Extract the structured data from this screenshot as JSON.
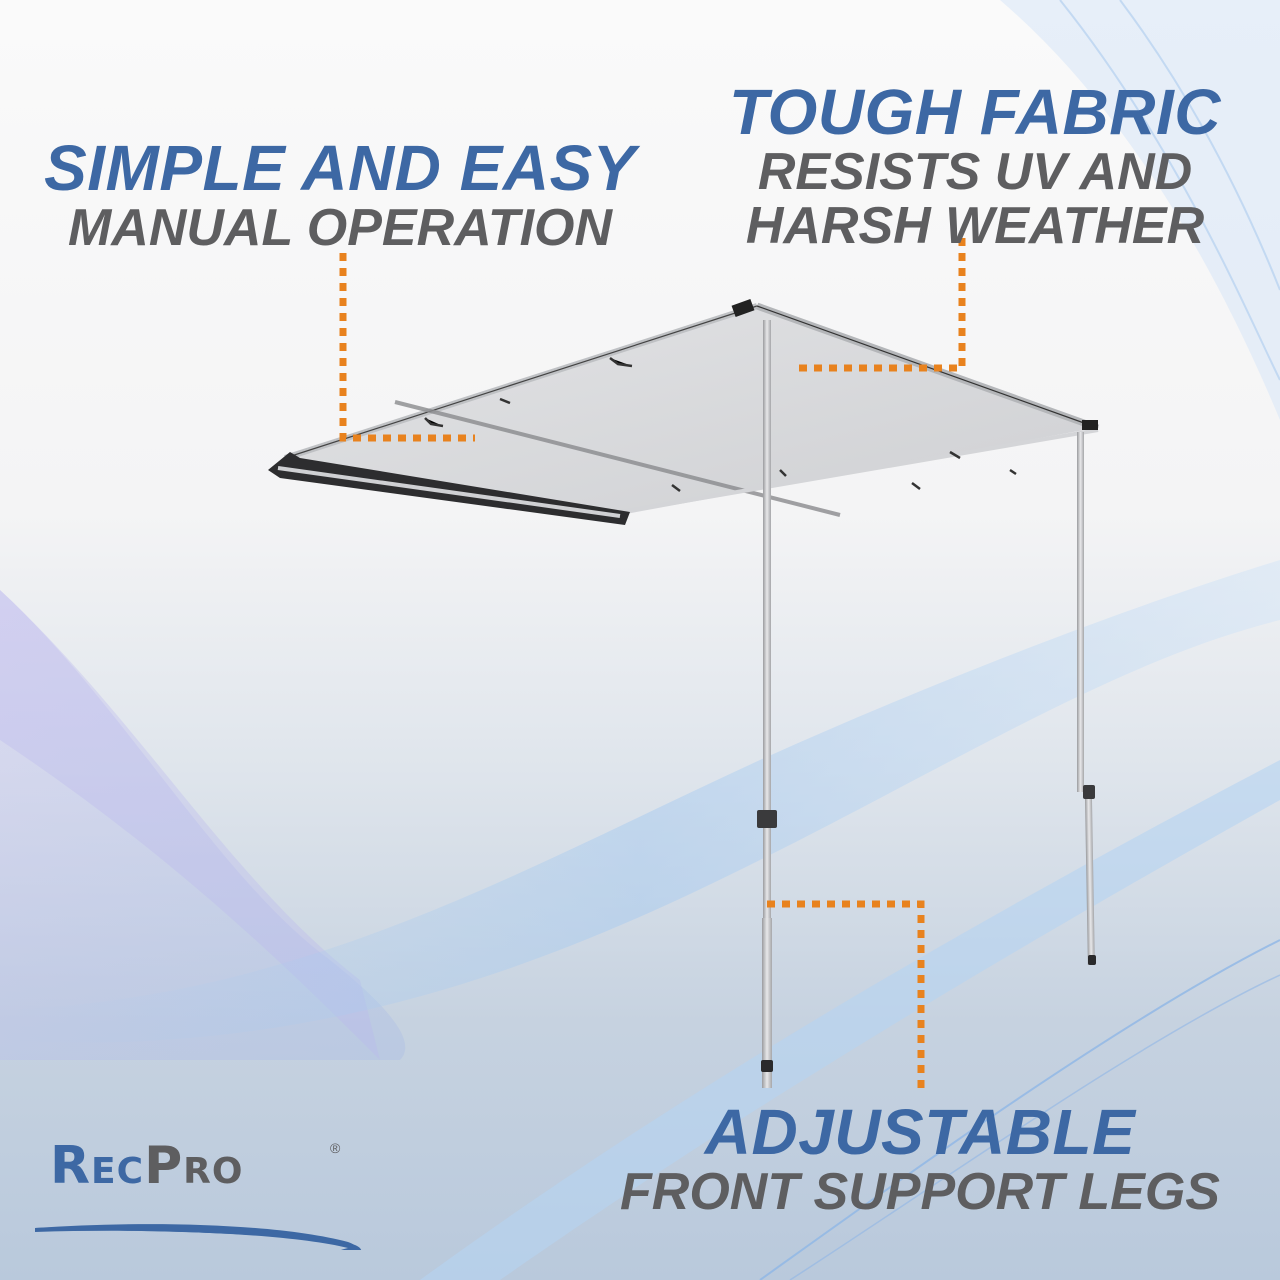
{
  "brand": {
    "name_part1": "Rec",
    "name_part2": "Pro",
    "registered_mark": "®",
    "colors": {
      "blue": "#3d68a4",
      "grey": "#5e5e60",
      "accent_orange": "#e8821e"
    }
  },
  "callouts": [
    {
      "title": "SIMPLE AND EASY",
      "subtitle_lines": [
        "MANUAL OPERATION"
      ]
    },
    {
      "title": "TOUGH FABRIC",
      "subtitle_lines": [
        "RESISTS UV AND",
        "HARSH WEATHER"
      ]
    },
    {
      "title": "ADJUSTABLE",
      "subtitle_lines": [
        "FRONT SUPPORT LEGS"
      ]
    }
  ],
  "product": {
    "name": "awning",
    "legs": 2
  }
}
